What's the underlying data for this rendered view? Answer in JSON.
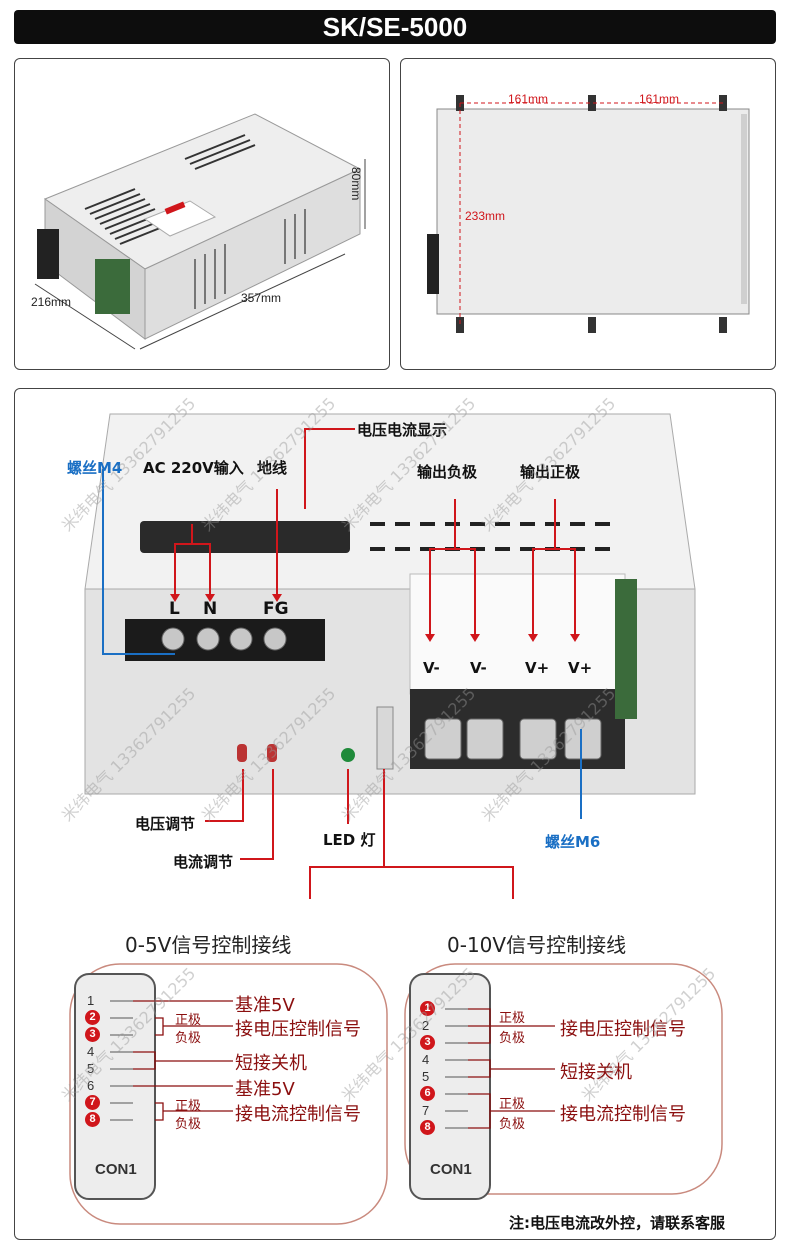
{
  "title": "SK/SE-5000",
  "panel1": {
    "dim_height": "80mm",
    "dim_width": "216mm",
    "dim_length": "357mm"
  },
  "panel2": {
    "dim_left": "161mm",
    "dim_right": "161mm",
    "dim_vertical": "233mm"
  },
  "front": {
    "screw_m4": "螺丝M4",
    "ac_input": "AC 220V输入",
    "ground": "地线",
    "display": "电压电流显示",
    "out_negative": "输出负极",
    "out_positive": "输出正极",
    "term_l": "L",
    "term_n": "N",
    "term_fg": "FG",
    "vneg1": "V-",
    "vneg2": "V-",
    "vpos1": "V+",
    "vpos2": "V+",
    "voltage_adj": "电压调节",
    "current_adj": "电流调节",
    "led": "LED 灯",
    "screw_m6": "螺丝M6"
  },
  "left_connector": {
    "heading": "0-5V信号控制接线",
    "pins": [
      "1",
      "2",
      "3",
      "4",
      "5",
      "6",
      "7",
      "8"
    ],
    "highlight_pins": [
      "2",
      "3",
      "7",
      "8"
    ],
    "con_label": "CON1",
    "ref1": "基准5V",
    "pos1": "正极",
    "neg1": "负极",
    "volt_ctrl": "接电压控制信号",
    "short_off": "短接关机",
    "ref2": "基准5V",
    "pos2": "正极",
    "neg2": "负极",
    "curr_ctrl": "接电流控制信号"
  },
  "right_connector": {
    "heading": "0-10V信号控制接线",
    "pins": [
      "1",
      "2",
      "3",
      "4",
      "5",
      "6",
      "7",
      "8"
    ],
    "highlight_pins": [
      "1",
      "3",
      "6",
      "8"
    ],
    "con_label": "CON1",
    "pos1": "正极",
    "neg1": "负极",
    "volt_ctrl": "接电压控制信号",
    "short_off": "短接关机",
    "pos2": "正极",
    "neg2": "负极",
    "curr_ctrl": "接电流控制信号"
  },
  "note": "注:电压电流改外控，请联系客服",
  "watermark": "米纬电气 13362791255",
  "colors": {
    "callout": "#d0161b",
    "blue": "#1a6fc4",
    "dark_red": "#8b0f0f"
  }
}
